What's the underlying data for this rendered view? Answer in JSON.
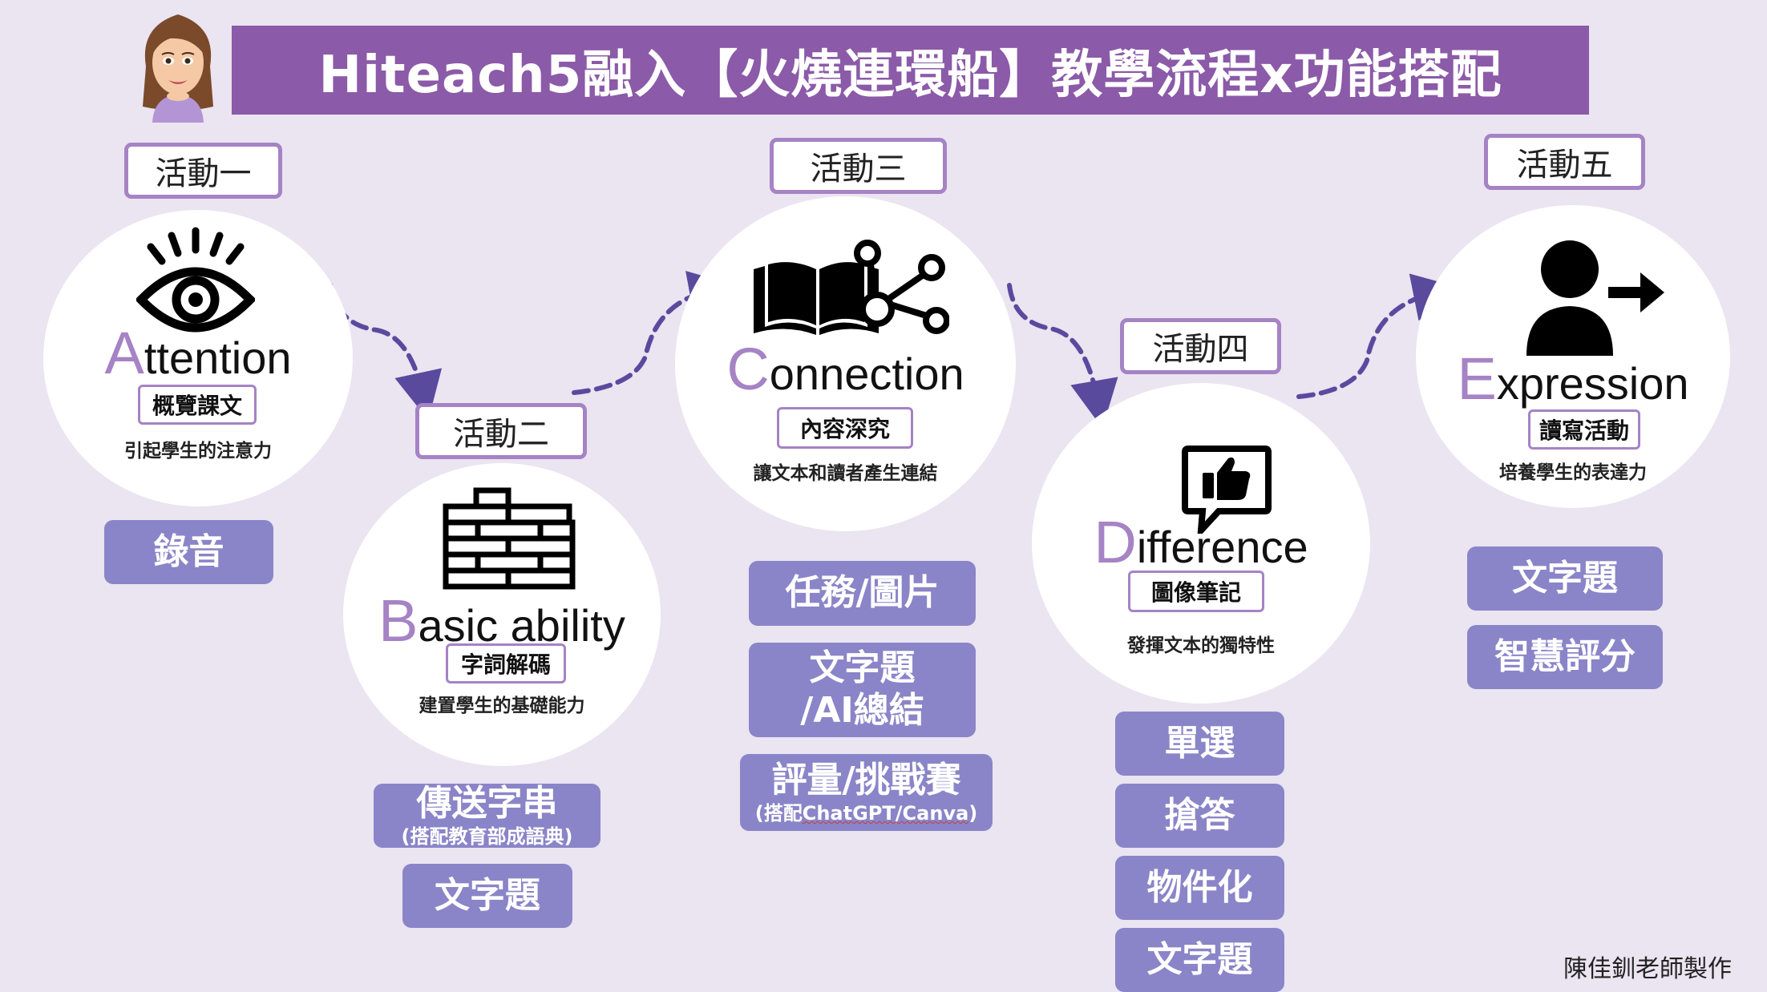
{
  "title": "Hiteach5融入【火燒連環船】教學流程x功能搭配",
  "credit": "陳佳釧老師製作",
  "colors": {
    "background": "#ebe4f1",
    "title_bar": "#8b5aa8",
    "accent": "#a583c4",
    "feature_button": "#8a85c8",
    "arrow": "#5a4a9e"
  },
  "activities": [
    {
      "tag": "活動一",
      "initial": "A",
      "rest": "ttention",
      "subtitle": "概覽課文",
      "desc": "引起學生的注意力",
      "icon": "eye-icon",
      "features": [
        {
          "label": "錄音"
        }
      ]
    },
    {
      "tag": "活動二",
      "initial": "B",
      "rest": "asic ability",
      "subtitle": "字詞解碼",
      "desc": "建置學生的基礎能力",
      "icon": "brick-wall-icon",
      "features": [
        {
          "label": "傳送字串",
          "note": "(搭配教育部成語典)"
        },
        {
          "label": "文字題"
        }
      ]
    },
    {
      "tag": "活動三",
      "initial": "C",
      "rest": "onnection",
      "subtitle": "內容深究",
      "desc": "讓文本和讀者產生連結",
      "icon": "book-network-icon",
      "features": [
        {
          "label": "任務/圖片"
        },
        {
          "label": "文字題",
          "label2": "/AI總結"
        },
        {
          "label": "評量/挑戰賽",
          "note_pre": "(搭配",
          "note_ul": "ChatGPT/Canva",
          "note_post": ")"
        }
      ]
    },
    {
      "tag": "活動四",
      "initial": "D",
      "rest": "ifference",
      "subtitle": "圖像筆記",
      "desc": "發揮文本的獨特性",
      "icon": "thumbs-up-speech-icon",
      "features": [
        {
          "label": "單選"
        },
        {
          "label": "搶答"
        },
        {
          "label": "物件化"
        },
        {
          "label": "文字題"
        }
      ]
    },
    {
      "tag": "活動五",
      "initial": "E",
      "rest": "xpression",
      "subtitle": "讀寫活動",
      "desc": "培養學生的表達力",
      "icon": "person-share-icon",
      "features": [
        {
          "label": "文字題"
        },
        {
          "label": "智慧評分"
        }
      ]
    }
  ],
  "avatar": "teacher-avatar"
}
